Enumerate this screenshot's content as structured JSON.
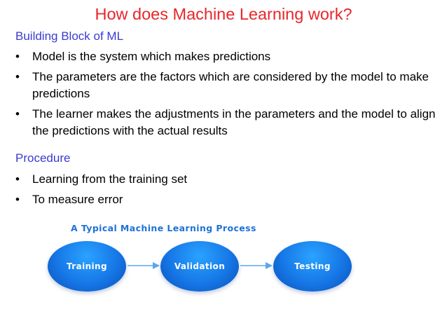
{
  "title": "How does Machine Learning work?",
  "sections": [
    {
      "heading": "Building Block of ML",
      "bullets": [
        "Model is the system which makes predictions",
        "The parameters are the factors which are considered by the model to make predictions",
        "The learner makes the adjustments in the parameters and the model to align the predictions with the actual results"
      ]
    },
    {
      "heading": "Procedure",
      "bullets": [
        "Learning from the training set",
        "To measure error"
      ]
    }
  ],
  "bullet_symbol": "•",
  "process": {
    "title": "A Typical Machine Learning Process",
    "stages": [
      "Training",
      "Validation",
      "Testing"
    ]
  },
  "colors": {
    "title": "#e8262a",
    "heading": "#3a3bd0",
    "process_title": "#1e72d8",
    "stage_fill": "#1677e6",
    "arrow": "#5aa7ee"
  },
  "icons": {
    "flow_arrow": "right-arrow-icon"
  }
}
